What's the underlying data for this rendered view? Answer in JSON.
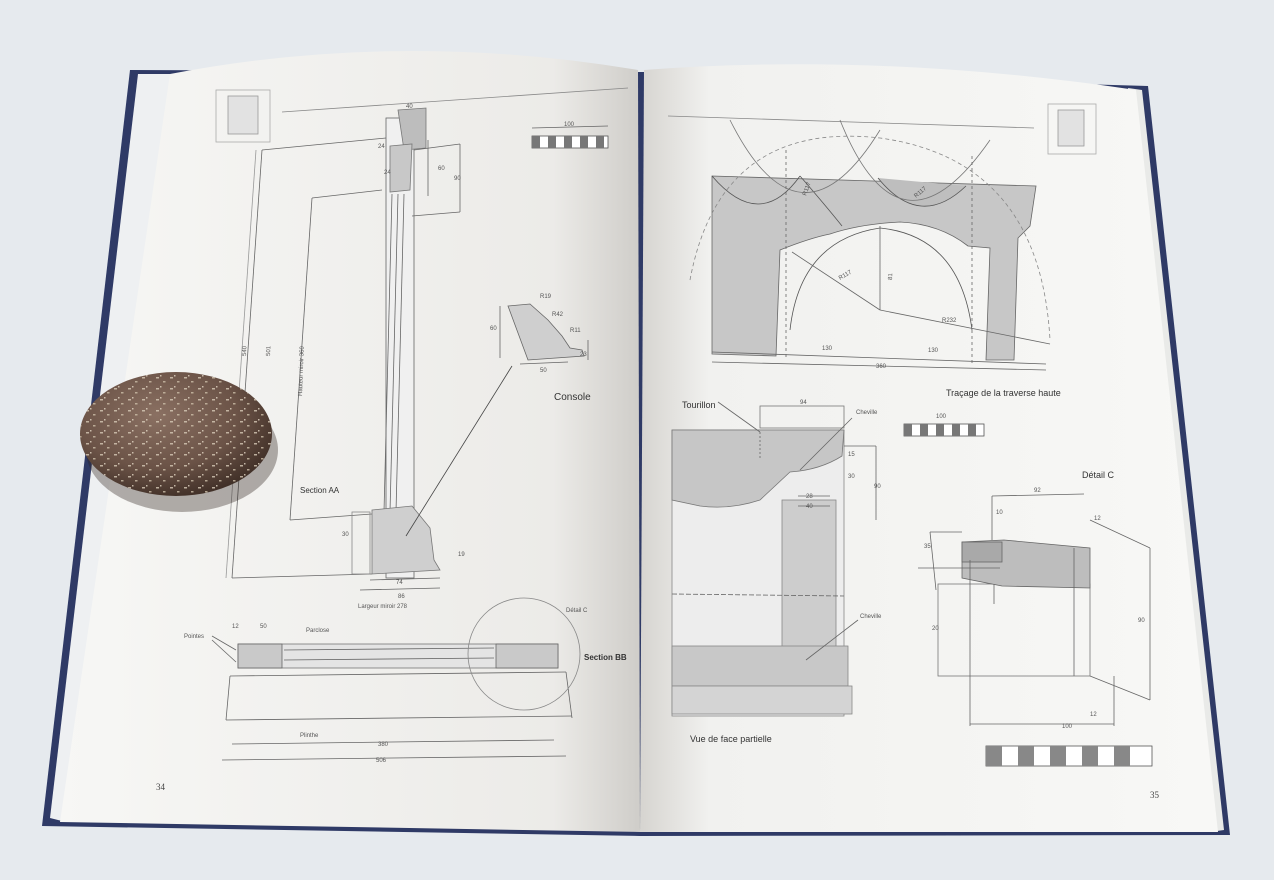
{
  "left_page": {
    "page_number": "34",
    "labels": {
      "console": "Console",
      "section_aa": "Section AA",
      "section_bb": "Section BB",
      "detail_c": "Détail C",
      "largeur_miroir": "Largeur miroir 278",
      "hauteur_miroir": "Hauteur miroir 360",
      "pointes": "Pointes",
      "parclose": "Parclose",
      "plinthe": "Plinthe"
    },
    "dims": {
      "d40": "40",
      "d24a": "24",
      "d24b": "24",
      "d60": "60",
      "d90": "90",
      "d540": "540",
      "d501": "501",
      "d19": "19",
      "d30": "30",
      "d74": "74",
      "d86": "86",
      "d12": "12",
      "d50": "50",
      "d380": "380",
      "d506": "506",
      "r19": "R19",
      "r42": "R42",
      "r11": "R11",
      "c60": "60",
      "c50": "50",
      "c23": "23"
    },
    "scale_bar_label": "100"
  },
  "right_page": {
    "page_number": "35",
    "labels": {
      "tracage": "Traçage de la traverse haute",
      "tourillon": "Tourillon",
      "cheville_top": "Cheville",
      "cheville_mid": "Cheville",
      "vue_de_face": "Vue de face partielle",
      "detail_c": "Détail C"
    },
    "dims": {
      "r117a": "R117",
      "r117b": "R117",
      "r117c": "R117",
      "r232": "R232",
      "d81": "81",
      "d130a": "130",
      "d130b": "130",
      "d360": "360",
      "d94": "94",
      "d15": "15",
      "d30": "30",
      "d90": "90",
      "d28": "28",
      "d40": "40",
      "d92": "92",
      "d10": "10",
      "d12a": "12",
      "d35": "35",
      "d20": "20",
      "d90b": "90",
      "d12b": "12",
      "d100": "100"
    },
    "scale_bar_label": "100"
  },
  "colors": {
    "background": "#e6eaee",
    "page": "#f7f7f5",
    "cover": "#2f3a66",
    "shade": "#c4c4c4",
    "line": "#555555",
    "pebble": "#6b5347"
  }
}
